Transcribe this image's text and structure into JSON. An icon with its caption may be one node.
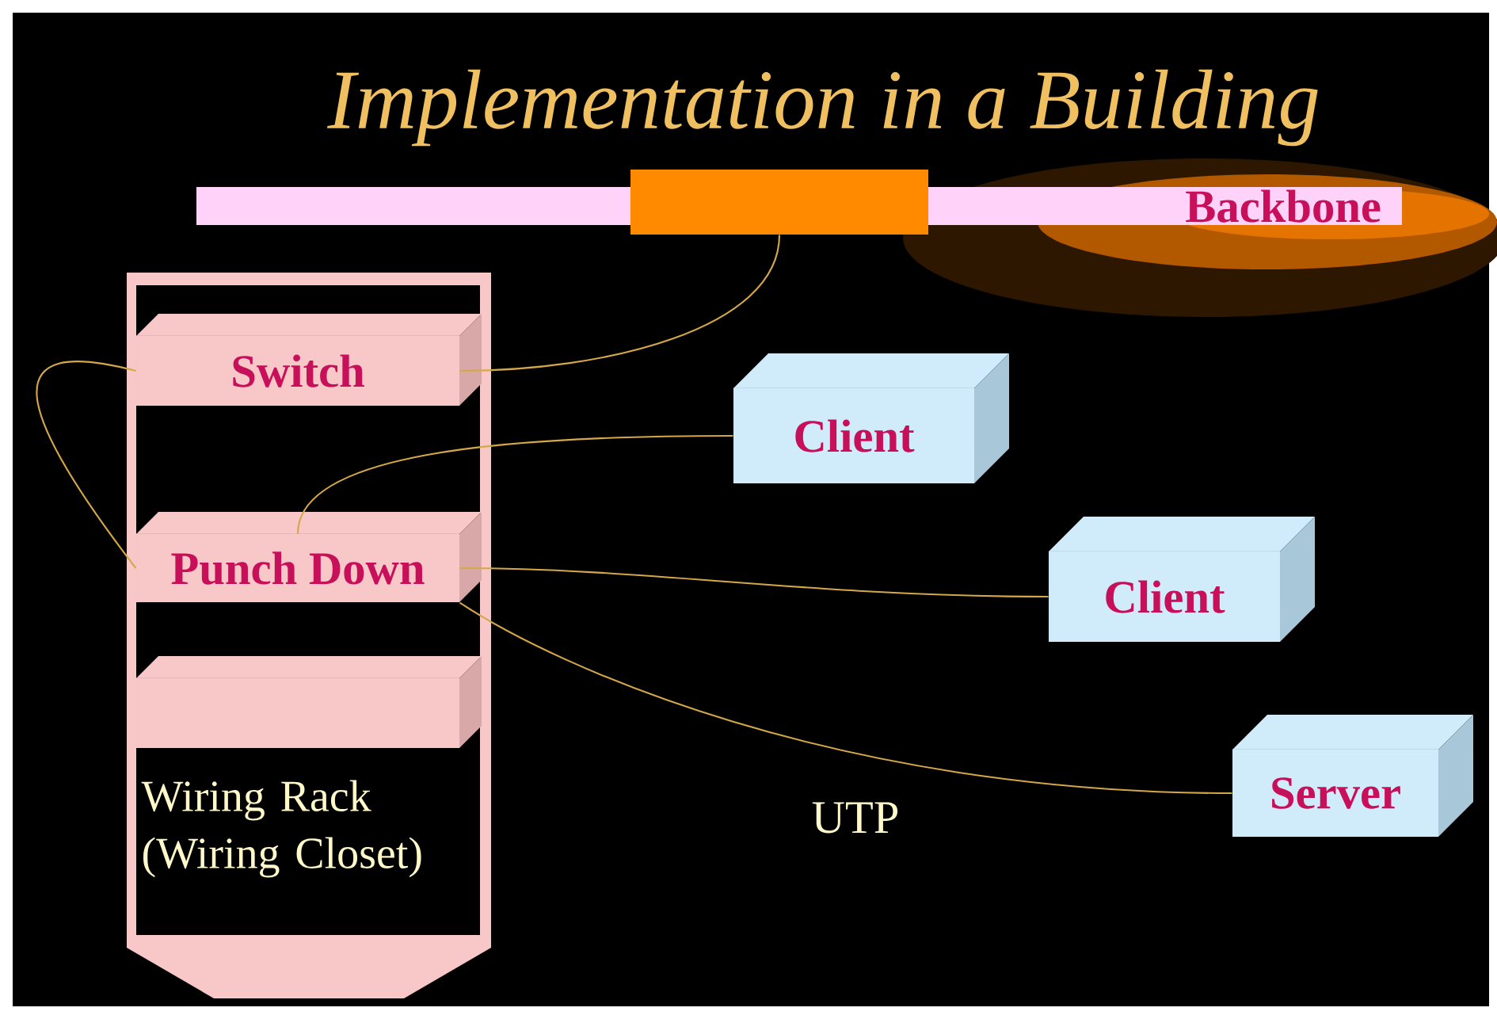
{
  "diagram": {
    "title": "Implementation in a Building",
    "nodes": [
      {
        "text": [
          "Backbone"
        ]
      },
      {
        "text": [],
        "shape": "box"
      },
      {
        "text": [
          "Wiring Rack (Wiring Closet)"
        ]
      },
      {
        "text": [
          "Switch"
        ],
        "in": 2
      },
      {
        "text": [
          "Punch Down"
        ],
        "in": 2
      },
      {
        "text": [],
        "shape": "box",
        "in": 2
      },
      {
        "text": [
          "Client"
        ]
      },
      {
        "text": [
          "Client"
        ]
      },
      {
        "text": [
          "Server"
        ]
      }
    ],
    "edges": [
      {
        "from": 1,
        "to": 3,
        "arrow": "none"
      },
      {
        "from": 3,
        "to": 4,
        "arrow": "none"
      },
      {
        "from": 4,
        "to": 6,
        "arrow": "none"
      },
      {
        "from": 4,
        "to": 7,
        "arrow": "none"
      },
      {
        "from": 4,
        "to": 8,
        "arrow": "none"
      }
    ],
    "labels": [
      "UTP"
    ]
  }
}
